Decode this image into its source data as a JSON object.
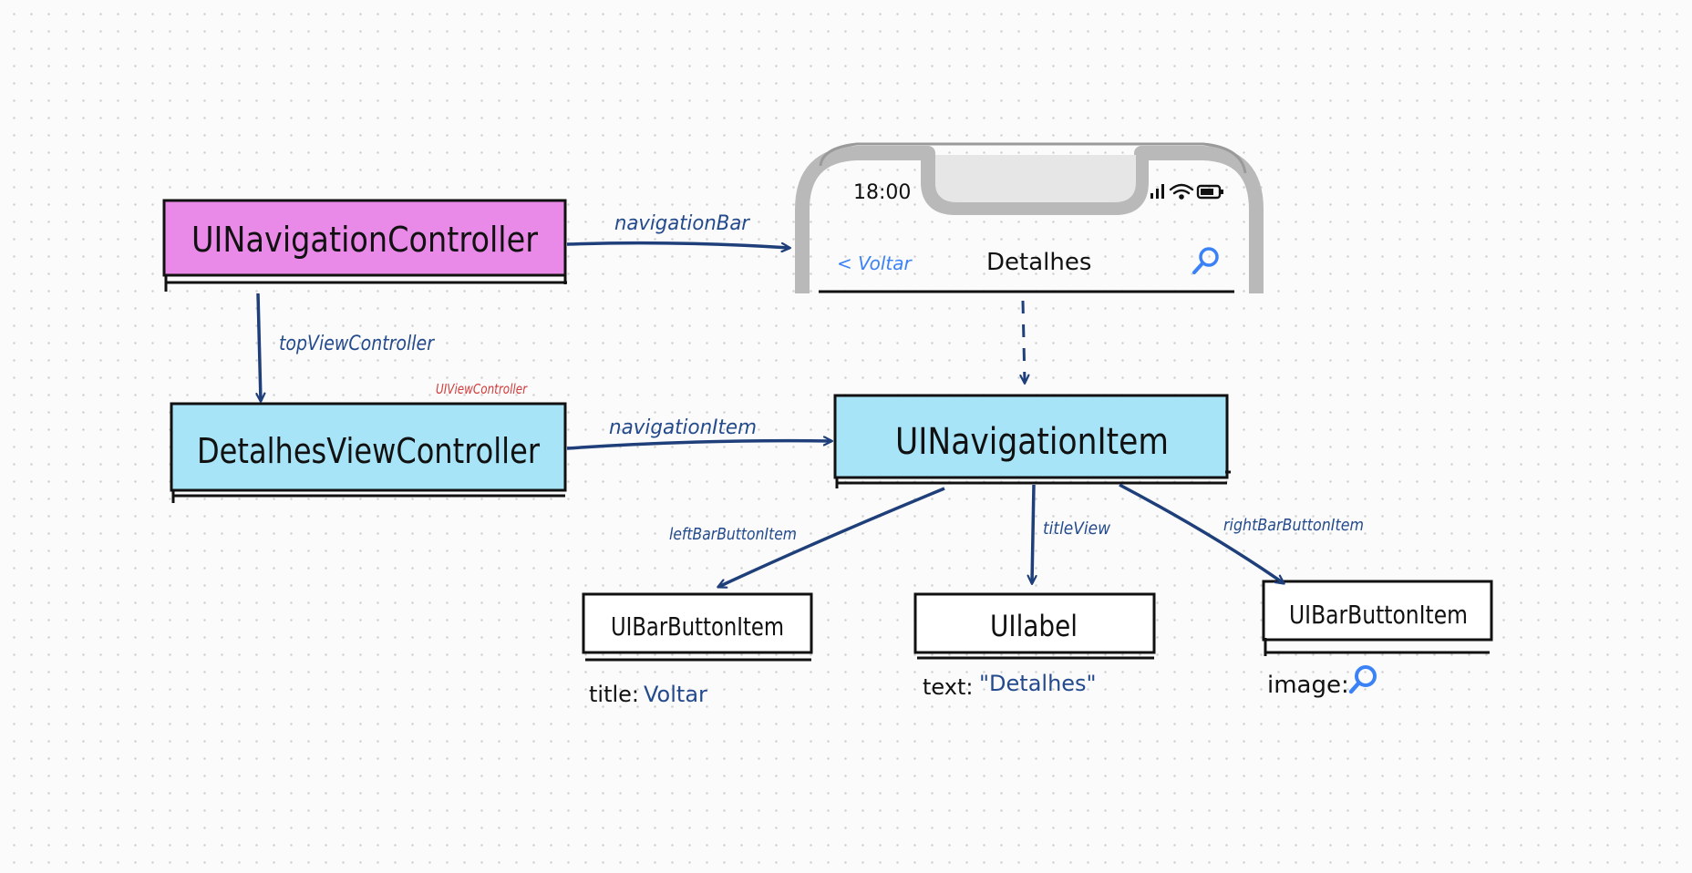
{
  "colors": {
    "ink": "#111111",
    "arrow": "#1f3f7a",
    "label": "#234a8c",
    "accent_blue": "#3b82f6",
    "magenta_fill": "#e98ae8",
    "cyan_fill": "#a8e4f7",
    "phone_frame": "#b9b9b9",
    "phone_fill": "#e6e6e6",
    "red_note": "#d23b3b"
  },
  "boxes": {
    "navigation_controller": {
      "label": "UINavigationController"
    },
    "detalhes_view_controller": {
      "label": "DetalhesViewController",
      "superclass_note": "UIViewController"
    },
    "navigation_item": {
      "label": "UINavigationItem"
    },
    "left_bar_button_item": {
      "label": "UIBarButtonItem",
      "prop_key": "title:",
      "prop_value": "Voltar"
    },
    "title_label": {
      "label": "UIlabel",
      "prop_key": "text:",
      "prop_value": "\"Detalhes\""
    },
    "right_bar_button_item": {
      "label": "UIBarButtonItem",
      "prop_key": "image:",
      "prop_icon": "search-icon"
    }
  },
  "arrows": {
    "navigation_bar": "navigationBar",
    "top_view_controller": "topViewController",
    "navigation_item": "navigationItem",
    "left_bar_button_item": "leftBarButtonItem",
    "title_view": "titleView",
    "right_bar_button_item": "rightBarButtonItem"
  },
  "phone": {
    "time": "18:00",
    "back_label": "< Voltar",
    "nav_title": "Detalhes",
    "right_icon": "search-icon",
    "status_icons": [
      "signal-icon",
      "wifi-icon",
      "battery-icon"
    ]
  }
}
